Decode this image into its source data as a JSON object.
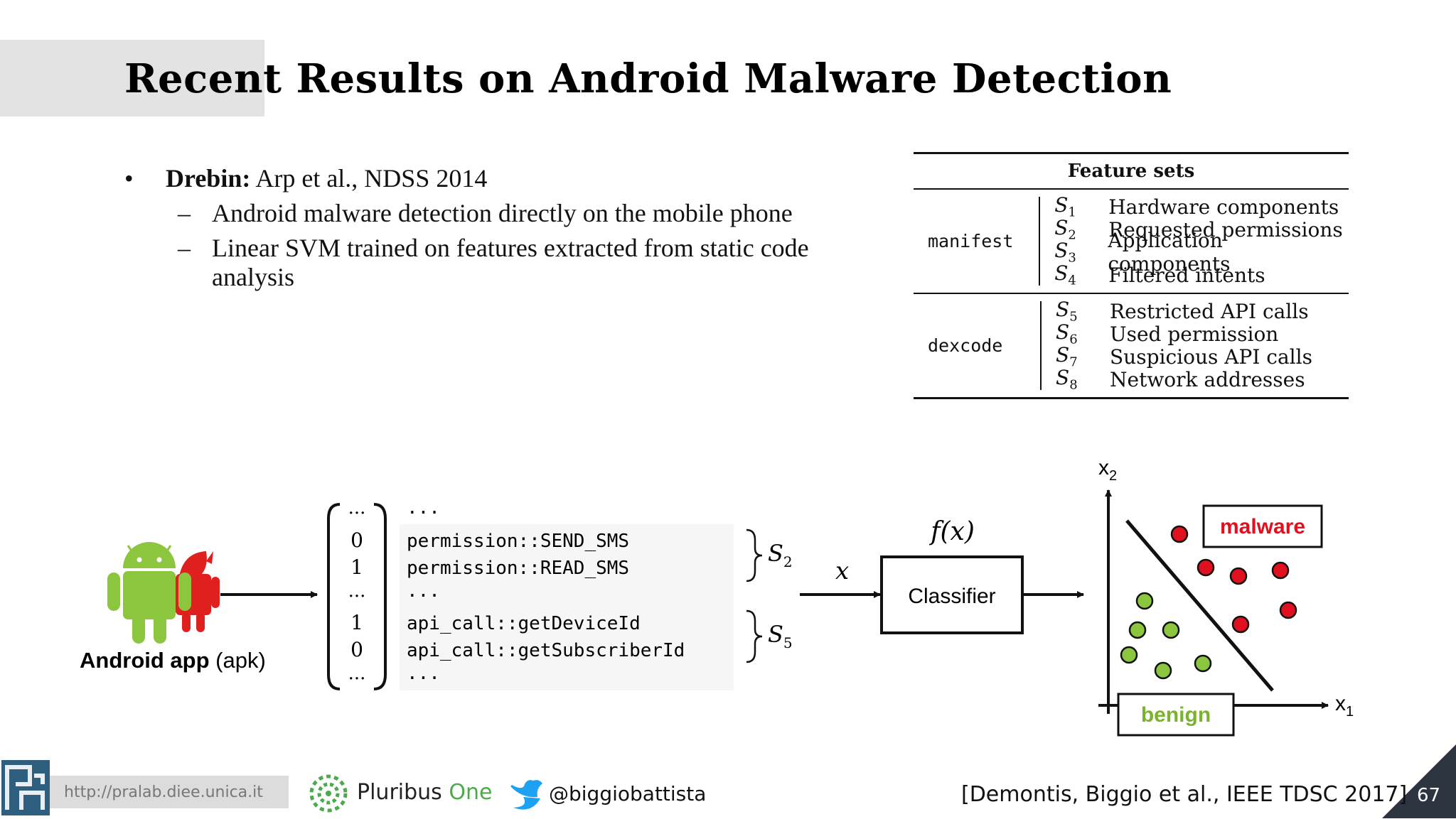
{
  "slide": {
    "title": "Recent Results on Android Malware Detection",
    "page_number": "67"
  },
  "bullets": {
    "bullet_symbol": "•",
    "dash_symbol": "–",
    "main": {
      "bold": "Drebin:",
      "text": " Arp et al., NDSS 2014"
    },
    "subs": [
      "Android malware detection directly on the mobile phone",
      "Linear SVM trained on features extracted from static code analysis"
    ]
  },
  "feature_table": {
    "header": "Feature sets",
    "groups": [
      {
        "name": "manifest",
        "features": [
          {
            "id": "S",
            "sub": "1",
            "label": "Hardware components"
          },
          {
            "id": "S",
            "sub": "2",
            "label": "Requested permissions"
          },
          {
            "id": "S",
            "sub": "3",
            "label": "Application components"
          },
          {
            "id": "S",
            "sub": "4",
            "label": "Filtered intents"
          }
        ]
      },
      {
        "name": "dexcode",
        "features": [
          {
            "id": "S",
            "sub": "5",
            "label": "Restricted API calls"
          },
          {
            "id": "S",
            "sub": "6",
            "label": "Used permission"
          },
          {
            "id": "S",
            "sub": "7",
            "label": "Suspicious API calls"
          },
          {
            "id": "S",
            "sub": "8",
            "label": "Network addresses"
          }
        ]
      }
    ]
  },
  "pipeline": {
    "app_label_bold": "Android app",
    "app_label_rest": " (apk)",
    "vector": {
      "values": [
        "...",
        "0",
        "1",
        "...",
        "1",
        "0",
        "..."
      ],
      "features": [
        "...",
        "permission::SEND_SMS",
        "permission::READ_SMS",
        "...",
        "api_call::getDeviceId",
        "api_call::getSubscriberId",
        "..."
      ],
      "brace_labels": [
        {
          "id": "S",
          "sub": "2"
        },
        {
          "id": "S",
          "sub": "5"
        }
      ]
    },
    "input_symbol": "x",
    "function_label": "f(x)",
    "classifier_label": "Classifier",
    "plot": {
      "x_axis": "x",
      "x_sub": "1",
      "y_axis": "x",
      "y_sub": "2",
      "malware_label": "malware",
      "benign_label": "benign",
      "malware_color": "#e0101e",
      "benign_color": "#8cc63f"
    }
  },
  "footer": {
    "url": "http://pralab.diee.unica.it",
    "brand_main": "Pluribus ",
    "brand_accent": "One",
    "twitter": "@biggiobattista",
    "citation": "[Demontis, Biggio et al., IEEE TDSC 2017]"
  }
}
